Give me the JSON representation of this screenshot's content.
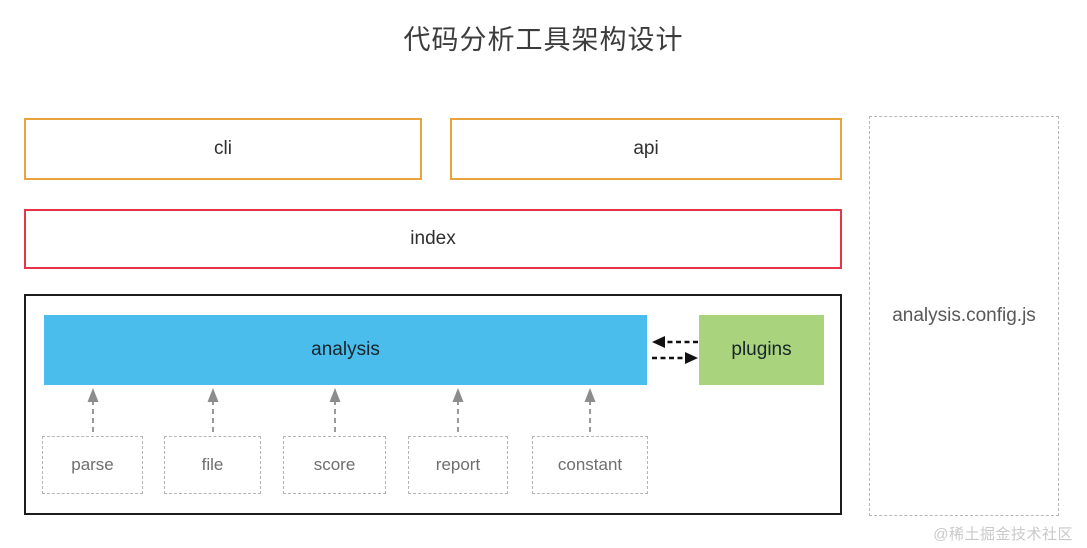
{
  "page": {
    "title": "代码分析工具架构设计",
    "watermark": "@稀土掘金技术社区",
    "background": "#ffffff"
  },
  "colors": {
    "orange_border": "#e8a33d",
    "red_border": "#e8344a",
    "analysis_fill": "#4abdec",
    "plugins_fill": "#a9d37c",
    "container_border": "#1c1c1c",
    "dashed_gray": "#b6b6b6",
    "leaf_text": "#6e6e6e",
    "title_text": "#3c3c3c",
    "watermark_text": "#c9c9c9"
  },
  "layers": {
    "entry": [
      {
        "id": "cli",
        "label": "cli",
        "style": "orange-outline"
      },
      {
        "id": "api",
        "label": "api",
        "style": "orange-outline"
      }
    ],
    "index": {
      "id": "index",
      "label": "index",
      "style": "red-outline"
    },
    "core": {
      "analysis": {
        "id": "analysis",
        "label": "analysis",
        "style": "blue-filled"
      },
      "plugins": {
        "id": "plugins",
        "label": "plugins",
        "style": "green-filled"
      },
      "modules": [
        {
          "id": "parse",
          "label": "parse"
        },
        {
          "id": "file",
          "label": "file"
        },
        {
          "id": "score",
          "label": "score"
        },
        {
          "id": "report",
          "label": "report"
        },
        {
          "id": "constant",
          "label": "constant"
        }
      ]
    },
    "config": {
      "id": "analysis-config",
      "label": "analysis.config.js",
      "style": "gray-dashed"
    }
  },
  "connectors": {
    "module_to_analysis": {
      "count": 5,
      "direction": "up",
      "line": "dashed",
      "color": "#9a9a9a"
    },
    "analysis_plugins": {
      "direction": "bidirectional",
      "line": "dashed",
      "color": "#111111",
      "arrows": [
        "left",
        "right"
      ]
    }
  }
}
